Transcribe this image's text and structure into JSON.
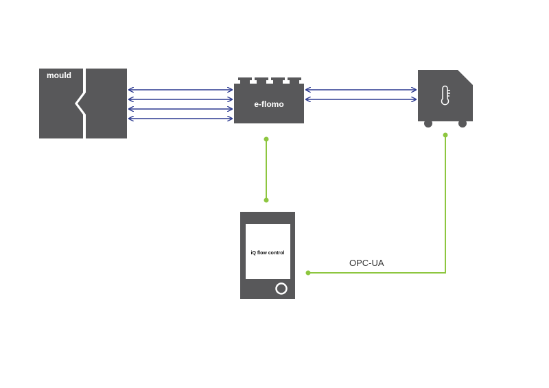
{
  "nodes": {
    "mould": {
      "label": "mould"
    },
    "e_flomo": {
      "label": "e-flomo"
    },
    "temperature_unit": {
      "icon": "thermometer-icon"
    },
    "controller": {
      "screen_label": "iQ flow control"
    }
  },
  "connections": {
    "protocol_label": "OPC-UA"
  },
  "colors": {
    "device_fill": "#58585a",
    "arrow_blue": "#2b3990",
    "connector_green": "#8dc63f",
    "screen_white": "#ffffff"
  }
}
